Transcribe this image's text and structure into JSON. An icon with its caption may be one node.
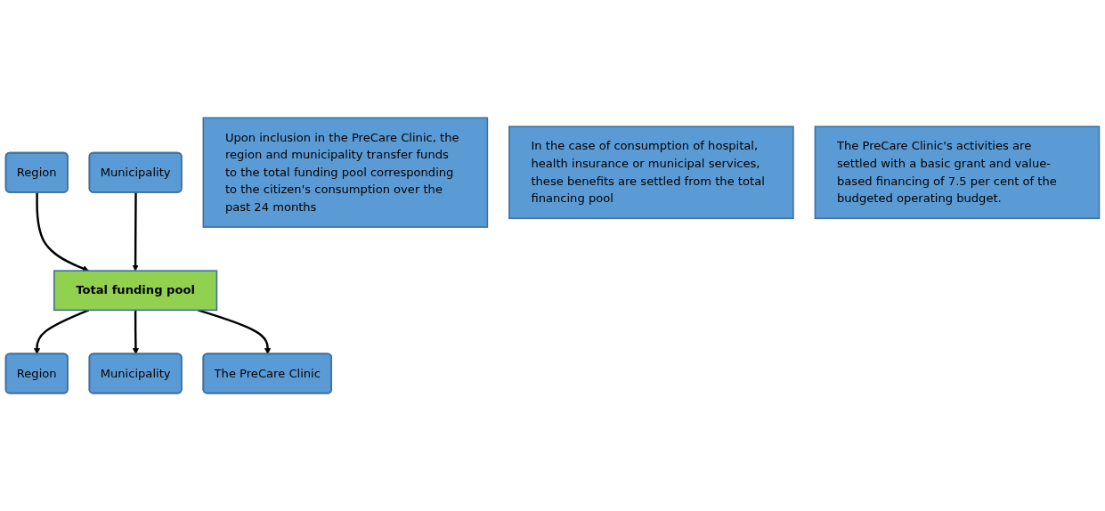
{
  "diagram": {
    "nodes": [
      {
        "text": [
          "Region"
        ]
      },
      {
        "text": [
          "Municipality"
        ]
      },
      {
        "text": [
          "Upon inclusion in the PreCare Clinic, the region and municipality transfer funds to the total funding pool corresponding to the citizen's consumption over the past 24 months"
        ]
      },
      {
        "text": [
          "Total funding pool"
        ]
      },
      {
        "text": [
          "Region"
        ]
      },
      {
        "text": [
          "Municipality"
        ]
      },
      {
        "text": [
          "The PreCare Clinic"
        ]
      },
      {
        "text": [
          "In the case of consumption of hospital, health insurance or municipal services, these benefits are settled from the total financing pool"
        ]
      },
      {
        "text": [
          "The PreCare Clinic's activities are settled with a basic grant and value-based financing of 7.5 per cent of the budgeted operating budget."
        ]
      }
    ],
    "edges": [
      {
        "from": 0,
        "to": 3,
        "arrow": "to"
      },
      {
        "from": 1,
        "to": 3,
        "arrow": "to"
      },
      {
        "from": 3,
        "to": 4,
        "arrow": "to"
      },
      {
        "from": 3,
        "to": 5,
        "arrow": "to"
      },
      {
        "from": 3,
        "to": 6,
        "arrow": "to"
      }
    ]
  }
}
